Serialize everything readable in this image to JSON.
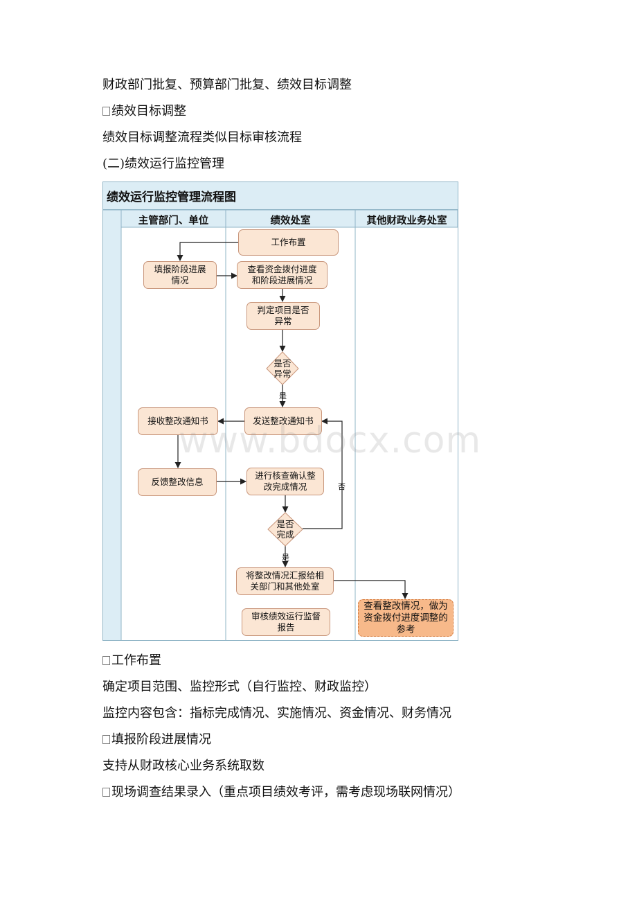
{
  "paragraphs": {
    "p1": "财政部门批复、预算部门批复、绩效目标调整",
    "p2": "绩效目标调整",
    "p3": "绩效目标调整流程类似目标审核流程",
    "p4": "(二)绩效运行监控管理",
    "p5": "工作布置",
    "p6": "确定项目范围、监控形式（自行监控、财政监控）",
    "p7": "监控内容包含：指标完成情况、实施情况、资金情况、财务情况",
    "p8": "填报阶段进展情况",
    "p9": "支持从财政核心业务系统取数",
    "p10": "现场调查结果录入（重点项目绩效考评，需考虑现场联网情况）"
  },
  "flowchart": {
    "title": "绩效运行监控管理流程图",
    "lanes": [
      "主管部门、单位",
      "绩效处室",
      "其他财政业务处室"
    ],
    "nodes": {
      "work_setup": "工作布置",
      "fill_progress": "填报阶段进展\n情况",
      "check_funds": "查看资金拨付进度\n和阶段进展情况",
      "judge_abnormal": "判定项目是否\n异常",
      "decision_abnormal": "是否\n异常",
      "send_notice": "发送整改通知书",
      "receive_notice": "接收整改通知书",
      "feedback": "反馈整改信息",
      "verify": "进行核查确认整\n改完成情况",
      "decision_done": "是否\n完成",
      "report": "将整改情况汇报给相\n关部门和其他处室",
      "review_report": "审核绩效运行监督\n报告",
      "view_rectify": "查看整改情况，做为\n资金拨付进度调整的\n参考"
    },
    "labels": {
      "yes1": "是",
      "yes2": "是",
      "no": "否"
    },
    "colors": {
      "header_bg": "#dcedf5",
      "border": "#8fb4c6",
      "node_fill": "#fbe6d4",
      "node_border": "#c8957a",
      "final_fill": "#f7b98a"
    }
  },
  "watermark": "www.bdocx.com"
}
